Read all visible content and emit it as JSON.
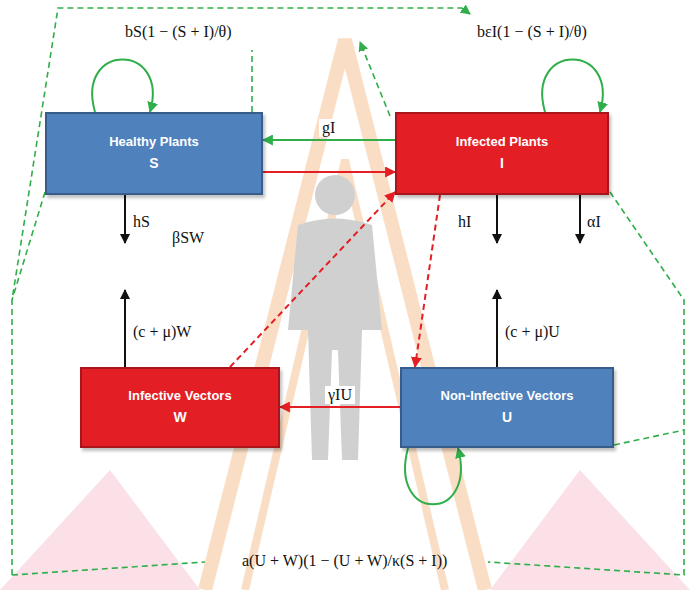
{
  "diagram": {
    "nodes": [
      {
        "text": [
          "Healthy Plants",
          "S"
        ]
      },
      {
        "text": [
          "Infected Plants",
          "I"
        ]
      },
      {
        "text": [
          "Infective Vectors",
          "W"
        ]
      },
      {
        "text": [
          "Non-Infective Vectors",
          "U"
        ]
      }
    ],
    "edges": [
      {
        "from": 1,
        "to": 0,
        "label": "gI",
        "arrow": "to"
      },
      {
        "from": 0,
        "to": 1,
        "arrow": "to"
      },
      {
        "from": 3,
        "to": 2,
        "label": "γIU",
        "arrow": "to"
      },
      {
        "from": 2,
        "to": 1,
        "arrow": "to"
      },
      {
        "from": 1,
        "to": 3,
        "arrow": "to"
      },
      {
        "from": 0,
        "to": 0,
        "arrow": "to"
      },
      {
        "from": 1,
        "to": 1,
        "arrow": "to"
      },
      {
        "from": 3,
        "to": 3,
        "arrow": "to"
      }
    ],
    "labels": [
      "bS(1 − (S + I)/θ)",
      "bεI(1 − (S + I)/θ)",
      "βSW",
      "hS",
      "(c + μ)W",
      "hI",
      "αI",
      "(c + μ)U",
      "a(U + W)(1 − (U + W)/κ(S + I))"
    ]
  }
}
